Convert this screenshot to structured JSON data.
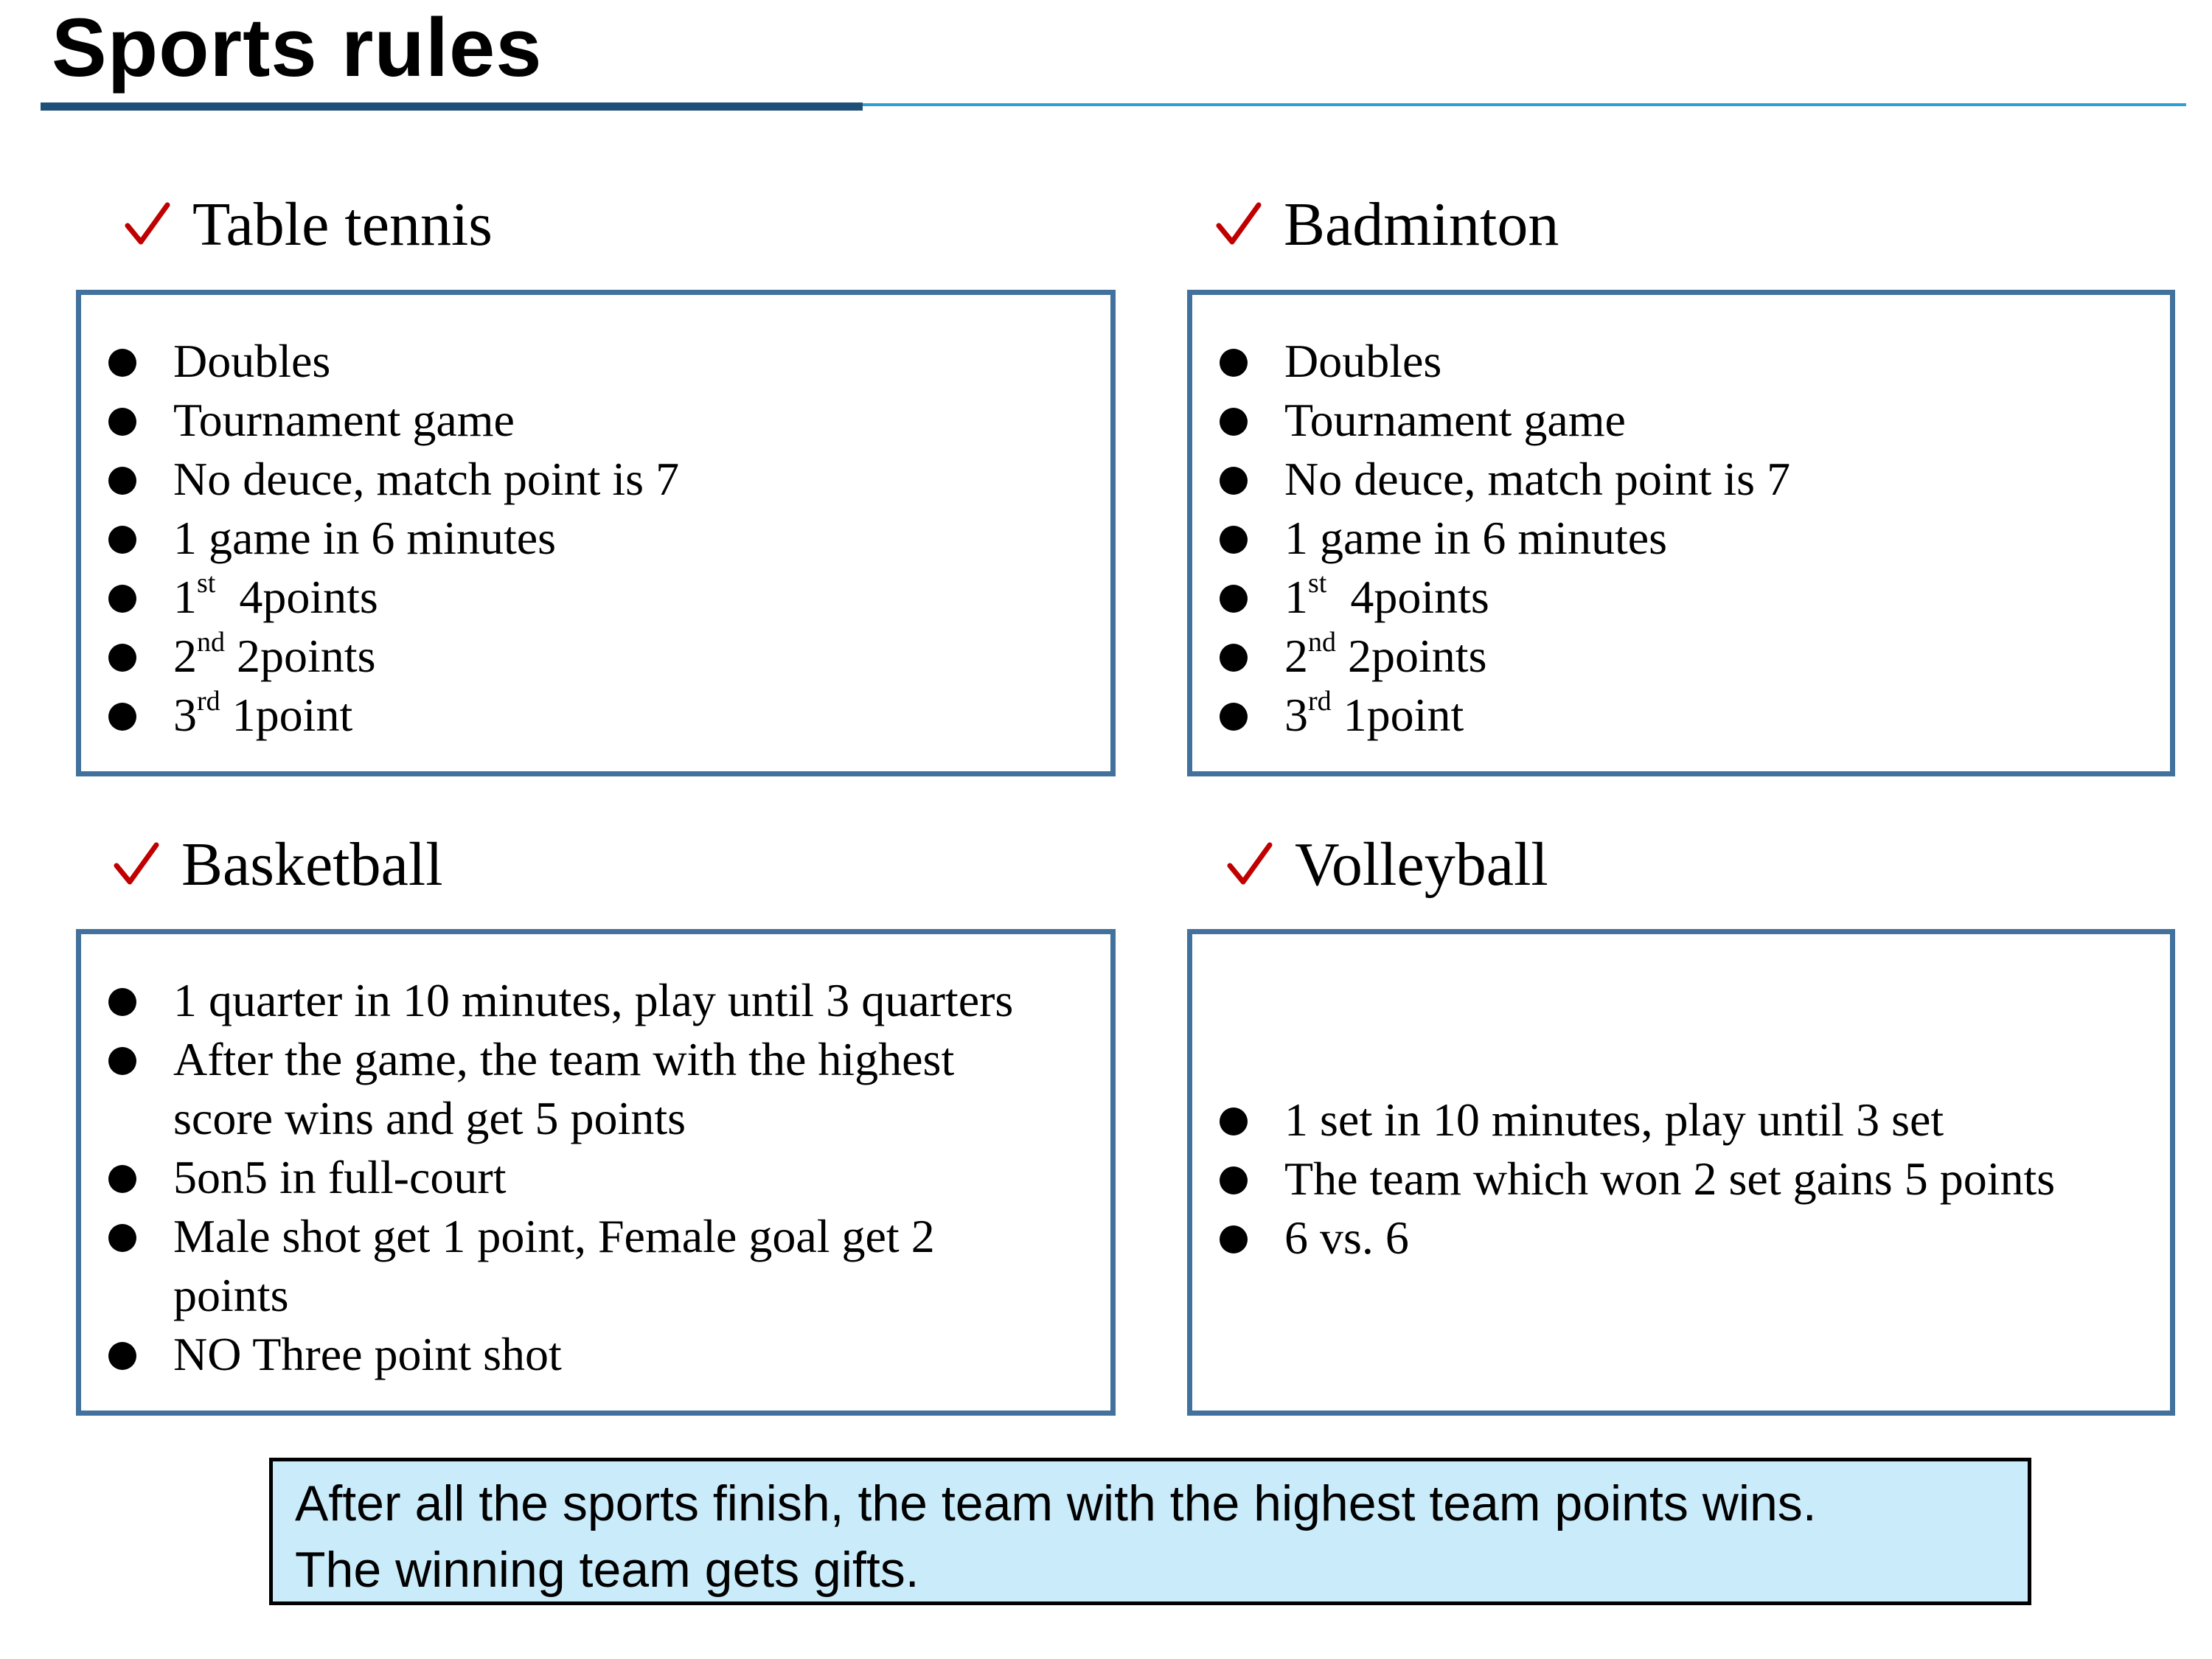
{
  "page": {
    "title": "Sports rules"
  },
  "colors": {
    "accent_dark": "#1f4e79",
    "accent_light": "#2e9fd6",
    "box_border": "#41719c",
    "check_mark": "#c00000",
    "footer_background": "#c9ebfa"
  },
  "sections": {
    "table_tennis": {
      "heading": "Table tennis",
      "icon": "check-icon",
      "items": {
        "doubles": "Doubles",
        "tournament": "Tournament game",
        "no_deuce": "No deuce, match point is 7",
        "game_time": "1 game in 6 minutes",
        "first_num": "1",
        "first_sup": "st",
        "first_points": "4points",
        "second_num": "2",
        "second_sup": "nd",
        "second_points": "2points",
        "third_num": "3",
        "third_sup": "rd",
        "third_points": "1point"
      }
    },
    "badminton": {
      "heading": "Badminton",
      "icon": "check-icon",
      "items": {
        "doubles": "Doubles",
        "tournament": "Tournament game",
        "no_deuce": "No deuce, match point is 7",
        "game_time": "1 game in 6 minutes",
        "first_num": "1",
        "first_sup": "st",
        "first_points": "4points",
        "second_num": "2",
        "second_sup": "nd",
        "second_points": "2points",
        "third_num": "3",
        "third_sup": "rd",
        "third_points": "1point"
      }
    },
    "basketball": {
      "heading": "Basketball",
      "icon": "check-icon",
      "items": {
        "quarters_line": "1 quarter in 10 minutes, play until 3 quarters",
        "after_game_line1": "After the game, the team with the highest",
        "after_game_line2": "score wins and get 5 points",
        "court": "5on5 in full-court",
        "shots_line1": "Male shot get 1 point, Female goal get 2",
        "shots_line2": "points",
        "no_three": "NO Three point shot"
      }
    },
    "volleyball": {
      "heading": "Volleyball",
      "icon": "check-icon",
      "items": {
        "sets": "1 set in 10 minutes, play until 3 set",
        "win_rule": "The team which won 2 set gains 5 points",
        "players": "6 vs. 6"
      }
    }
  },
  "footer": {
    "line1": "After all the sports finish, the team with the highest team points wins.",
    "line2": "The winning team gets gifts."
  }
}
